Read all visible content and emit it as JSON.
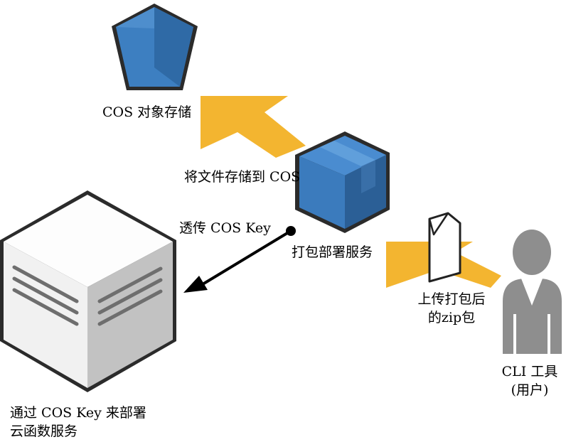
{
  "nodes": {
    "cos_storage": {
      "label": "COS 对象存储"
    },
    "package_service": {
      "label": "打包部署服务"
    },
    "cloud_function_service": {
      "label_line1": "通过 COS Key 来部署",
      "label_line2": "云函数服务"
    },
    "cli_user": {
      "label_line1": "CLI 工具",
      "label_line2": "(用户)"
    }
  },
  "edges": {
    "store_to_cos": {
      "label": "将文件存储到 COS"
    },
    "pass_cos_key": {
      "label": "透传 COS Key"
    },
    "upload_zip": {
      "label_line1": "上传打包后",
      "label_line2": "的zip包"
    }
  },
  "colors": {
    "arrow_yellow": "#f3b530",
    "blue_fill": "#3d7fc1",
    "blue_dark": "#2b5f96",
    "server_light": "#f4f4f4",
    "server_side": "#bdbdbd",
    "person_gray": "#8e8e8e"
  }
}
